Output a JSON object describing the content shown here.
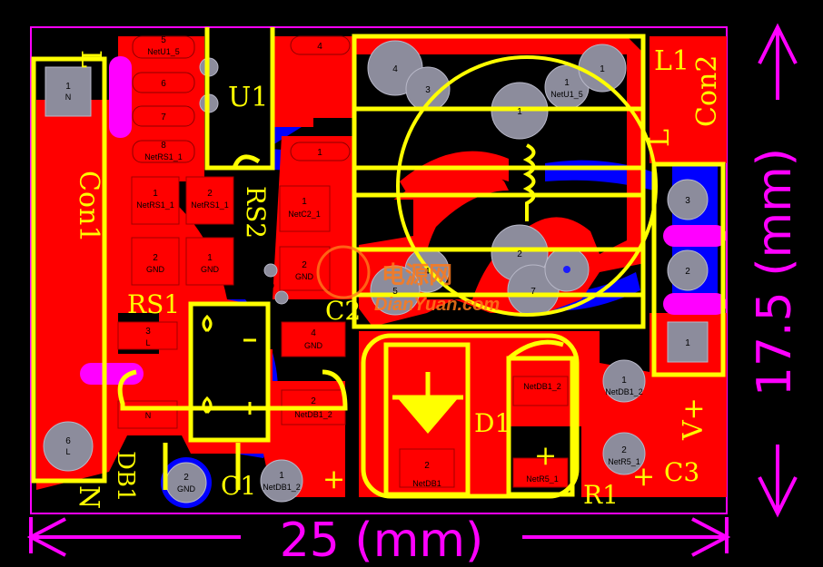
{
  "board": {
    "colors": {
      "background": "#000000",
      "top_copper": "#ff0000",
      "bottom_copper": "#0000ff",
      "silkscreen": "#ffff00",
      "pad": "#8c8c9c",
      "keepout": "#ff00ff",
      "watermark": "#ff7a1a"
    },
    "dimensions": {
      "width_label": "25 (mm)",
      "height_label": "17.5 (mm)"
    },
    "designators": {
      "con1": "Con1",
      "con1_pin_l": "L",
      "con1_pin_n": "N",
      "u1": "U1",
      "rs2": "RS2",
      "rs1": "RS1",
      "c2": "C2",
      "c1": "C1",
      "db1": "DB1",
      "d1": "D1",
      "r1": "R1",
      "c3": "C3",
      "l1": "L1",
      "con2_l": "L",
      "con2": "Con2",
      "vplus": "V+",
      "c1_plus": "+",
      "r1_plus": "+",
      "c3_plus": "+"
    },
    "pads": {
      "con1_p1_num": "1",
      "con1_p1_net": "N",
      "con1_p6_num": "6",
      "con1_p6_net": "L",
      "u1_p5_num": "5",
      "u1_p5_net": "NetU1_5",
      "u1_p6_num": "6",
      "u1_p7_num": "7",
      "u1_p8_num": "8",
      "u1_p8_net": "NetRS1_1",
      "u1_p4_num": "4",
      "u1_p1_num": "1",
      "rs1_p1_num": "1",
      "rs1_p1_net": "NetRS1_1",
      "rs1_p2_num": "2",
      "rs1_p2_net": "GND",
      "rs2_p2_num": "2",
      "rs2_p2_net": "NetRS1_1",
      "rs2_p1_num": "1",
      "rs2_p1_net": "GND",
      "c2_p1_num": "1",
      "c2_p1_net": "NetC2_1",
      "c2_p2_num": "2",
      "c2_p2_net": "GND",
      "via_gnd": "GND",
      "db1_p3_num": "3",
      "db1_p3_net": "L",
      "db1_p4_num": "4",
      "db1_p4_net": "GND",
      "db1_pn_net": "N",
      "db1_p2_num": "2",
      "db1_p2_net": "NetDB1_2",
      "c1_p2_num": "2",
      "c1_p2_net": "GND",
      "c1_p1_num": "1",
      "c1_p1_net": "NetDB1_2",
      "l1_p4a": "4",
      "l1_p3": "3",
      "l1_p1a": "1",
      "l1_p1b_num": "1",
      "l1_p1b_net": "NetU1_5",
      "l1_p1c": "1",
      "l1_p2": "2",
      "l1_p4b": "4",
      "l1_p5": "5",
      "l1_p7": "7",
      "d1_p2_num": "2",
      "d1_p1_net": "NetDB1",
      "r1_top_net": "NetDB1_2",
      "r1_bot_net": "NetR5_1",
      "tp_netdb1_num": "1",
      "tp_netdb1_net": "NetDB1_2",
      "tp_netr5_num": "2",
      "tp_netr5_net": "NetR5_1",
      "con2_p3": "3",
      "con2_p2": "2",
      "con2_p1": "1"
    },
    "watermark": {
      "cn": "电源网",
      "url": "DianYuan.com"
    }
  }
}
